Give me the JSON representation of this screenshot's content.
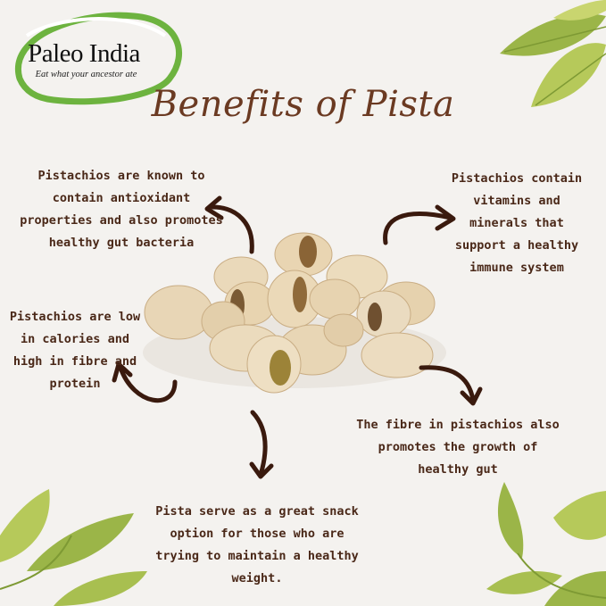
{
  "brand": {
    "name": "Paleo India",
    "tagline": "Eat what your ancestor ate"
  },
  "title": "Benefits of Pista",
  "benefits": [
    {
      "text": "Pistachios are known to contain antioxidant properties and also promotes healthy gut bacteria"
    },
    {
      "text": "Pistachios contain vitamins and minerals that support a healthy immune system"
    },
    {
      "text": "Pistachios are low in calories and high in fibre and protein"
    },
    {
      "text": "The fibre in pistachios also promotes the growth of healthy gut"
    },
    {
      "text": "Pista serve as a great snack option for those who are trying to maintain a healthy weight."
    }
  ],
  "colors": {
    "background": "#f4f2ef",
    "title": "#6b3a22",
    "text": "#4a2818",
    "arrow": "#3a1a0e",
    "logo_swoosh": "#6db33f",
    "leaf": "#9bb548"
  }
}
